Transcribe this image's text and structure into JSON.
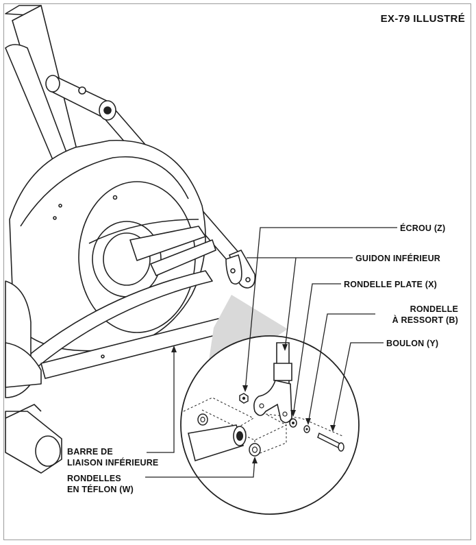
{
  "title": "EX-79 ILLUSTRÉ",
  "labels": {
    "ecrou": "ÉCROU (Z)",
    "guidon": "GUIDON INFÉRIEUR",
    "rondelle_plate": "RONDELLE PLATE (X)",
    "rondelle_ressort_1": "RONDELLE",
    "rondelle_ressort_2": "À RESSORT (B)",
    "boulon": "BOULON (Y)",
    "barre_1": "BARRE DE",
    "barre_2": "LIAISON INFÉRIEURE",
    "teflon_1": "RONDELLES",
    "teflon_2": "EN TÉFLON (W)"
  },
  "colors": {
    "line": "#222222",
    "fill": "#ffffff",
    "shade": "#d9d9d9",
    "frame": "#9a9a9a"
  }
}
